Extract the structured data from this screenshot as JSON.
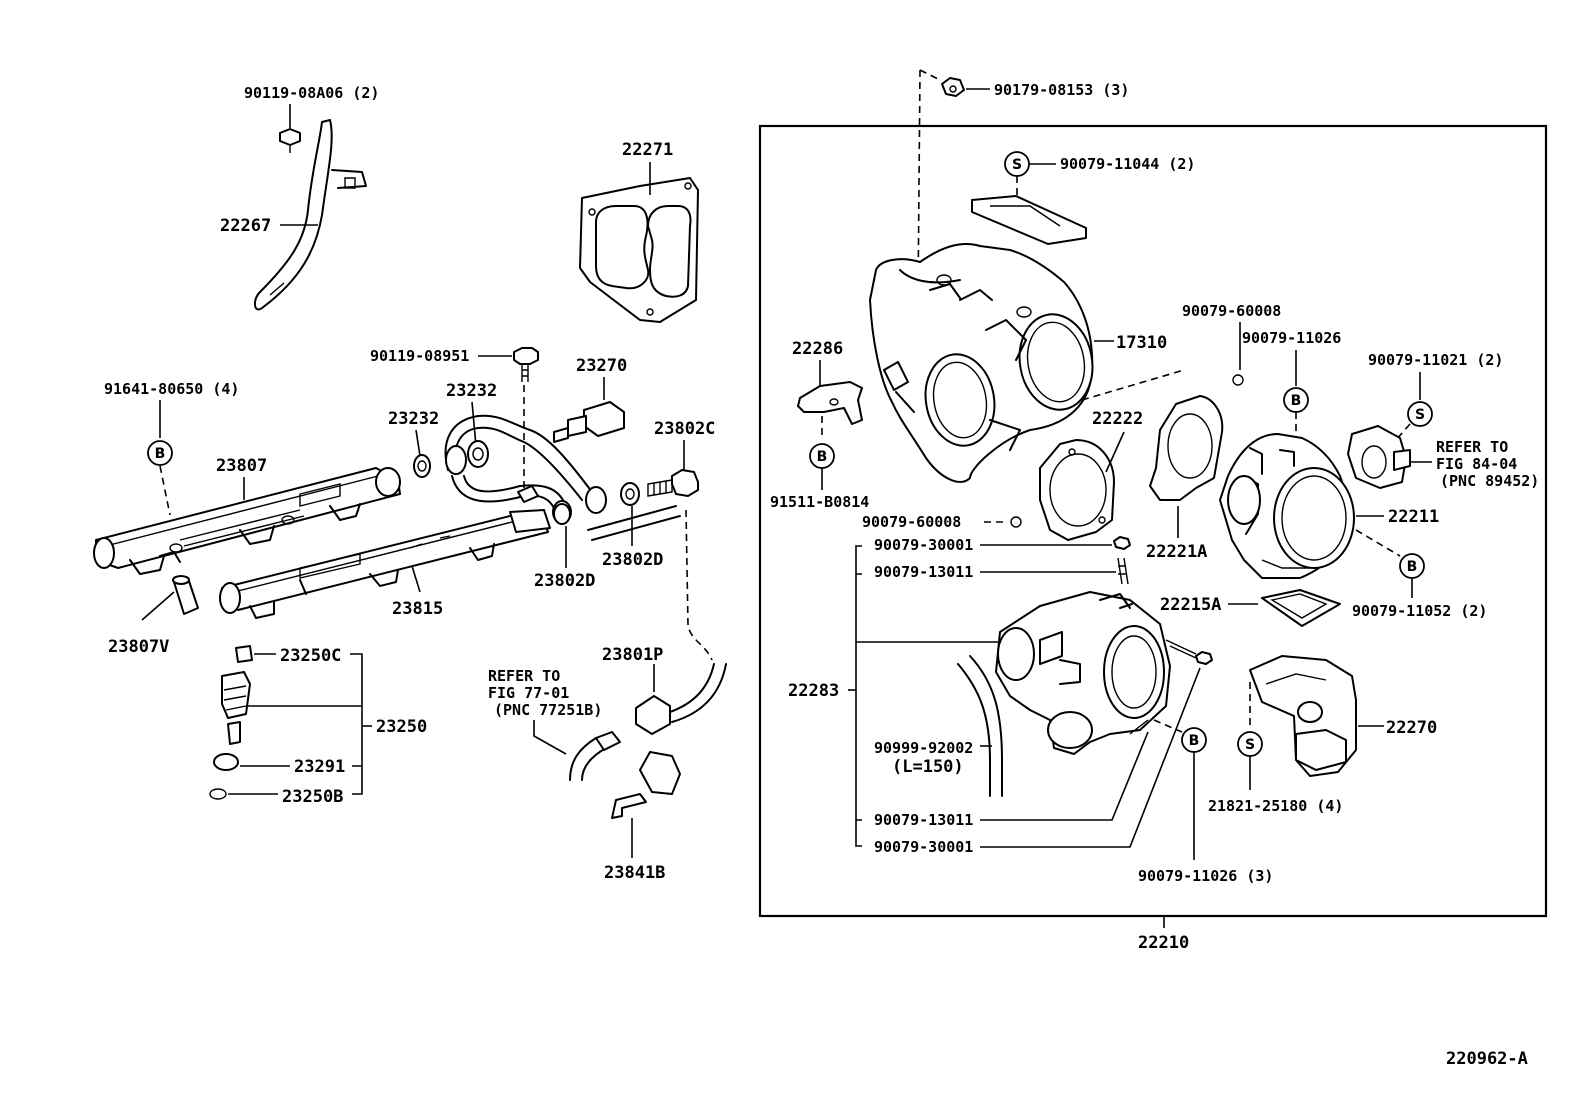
{
  "figure_id": "220962-A",
  "assembly_label": "22210",
  "callouts": {
    "c_90119_08A06": "90119-08A06 (2)",
    "c_22267": "22267",
    "c_22271": "22271",
    "c_90119_08951": "90119-08951",
    "c_23270": "23270",
    "c_91641_80650": "91641-80650 (4)",
    "c_23232a": "23232",
    "c_23232b": "23232",
    "c_23802C": "23802C",
    "c_23807": "23807",
    "c_23802D_a": "23802D",
    "c_23802D_b": "23802D",
    "c_23815": "23815",
    "c_23807V": "23807V",
    "c_23250C": "23250C",
    "c_23250": "23250",
    "c_23291": "23291",
    "c_23250B": "23250B",
    "c_23801P": "23801P",
    "c_23841B": "23841B",
    "c_90179_08153": "90179-08153 (3)",
    "c_90079_11044": "90079-11044 (2)",
    "c_17310": "17310",
    "c_22286": "22286",
    "c_91511_B0814": "91511-B0814",
    "c_90079_60008_a": "90079-60008",
    "c_90079_11026_a": "90079-11026",
    "c_90079_11021": "90079-11021 (2)",
    "c_22222": "22222",
    "c_90079_60008_b": "90079-60008",
    "c_22221A": "22221A",
    "c_22211": "22211",
    "c_90079_30001_a": "90079-30001",
    "c_90079_13011_a": "90079-13011",
    "c_22215A": "22215A",
    "c_90079_11052": "90079-11052 (2)",
    "c_22283": "22283",
    "c_22270": "22270",
    "c_90999_92002": "90999-92002",
    "c_L150": "(L=150)",
    "c_21821_25180": "21821-25180 (4)",
    "c_90079_13011_b": "90079-13011",
    "c_90079_30001_b": "90079-30001",
    "c_90079_11026_b": "90079-11026 (3)"
  },
  "notes": {
    "ref77_l1": "REFER TO",
    "ref77_l2": "FIG 77-01",
    "ref77_l3": "(PNC 77251B)",
    "ref84_l1": "REFER TO",
    "ref84_l2": "FIG 84-04",
    "ref84_l3": "(PNC 89452)"
  },
  "markers": {
    "b": "B",
    "s": "S"
  },
  "icons": [
    "hex-bolt-icon",
    "gasket-icon",
    "fuel-rail-icon",
    "injector-icon",
    "throttle-body-icon",
    "sensor-icon",
    "nut-icon"
  ]
}
